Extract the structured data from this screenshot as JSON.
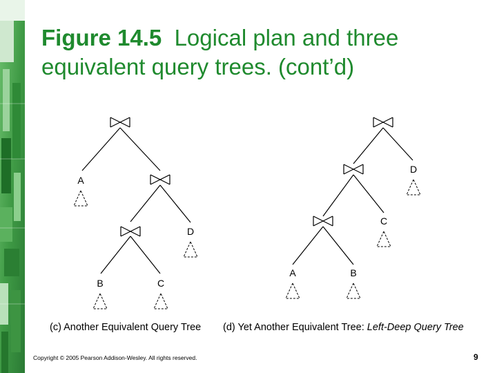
{
  "slide": {
    "title_bold": "Figure 14.5",
    "title_rest": "Logical plan and three equivalent query trees. (cont’d)",
    "copyright": "Copyright © 2005 Pearson Addison-Wesley. All rights reserved.",
    "page_number": "9"
  },
  "tree_c": {
    "caption": "(c) Another Equivalent Query Tree",
    "leaf_labels": [
      "A",
      "D",
      "B",
      "C"
    ]
  },
  "tree_d": {
    "caption_plain": "(d) Yet Another Equivalent Tree:",
    "caption_italic": "Left-Deep Query Tree",
    "leaf_labels": [
      "D",
      "C",
      "A",
      "B"
    ]
  },
  "colors": {
    "title": "#1f8a2e",
    "sidebar": "#3f9a45",
    "lines": "#000000"
  },
  "icons": [
    "join-icon",
    "subtree-icon"
  ]
}
